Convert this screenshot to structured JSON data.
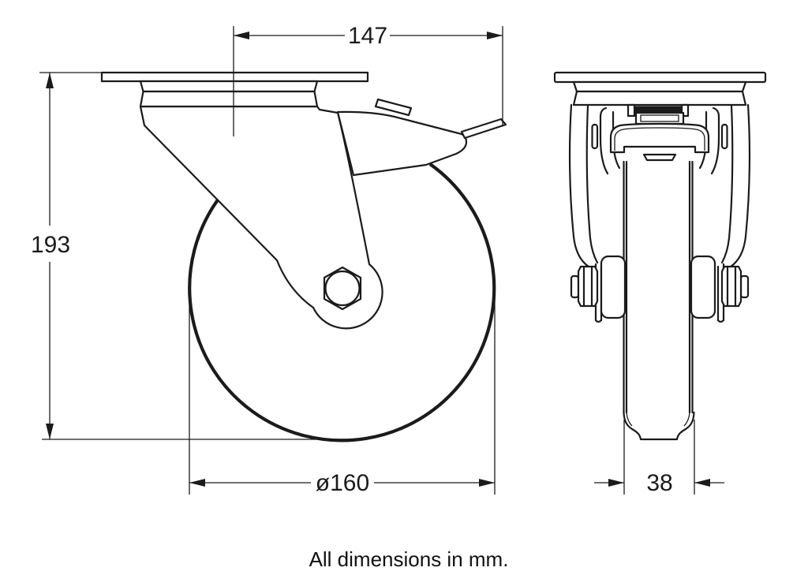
{
  "drawing": {
    "type": "technical-drawing",
    "subject": "swivel castor with top plate and brake, two orthographic views",
    "note": "All dimensions in mm.",
    "colors": {
      "line": "#1b1b1b",
      "background": "#ffffff"
    },
    "views": {
      "side": {
        "name": "castor-side-view"
      },
      "front": {
        "name": "castor-front-view"
      }
    },
    "dimensions": {
      "plate_length": {
        "label": "147",
        "view": "side",
        "axis": "horizontal"
      },
      "overall_height": {
        "label": "193",
        "view": "side",
        "axis": "vertical"
      },
      "wheel_diameter": {
        "label": "ø160",
        "view": "side",
        "axis": "horizontal"
      },
      "wheel_width": {
        "label": "38",
        "view": "front",
        "axis": "horizontal"
      }
    }
  }
}
